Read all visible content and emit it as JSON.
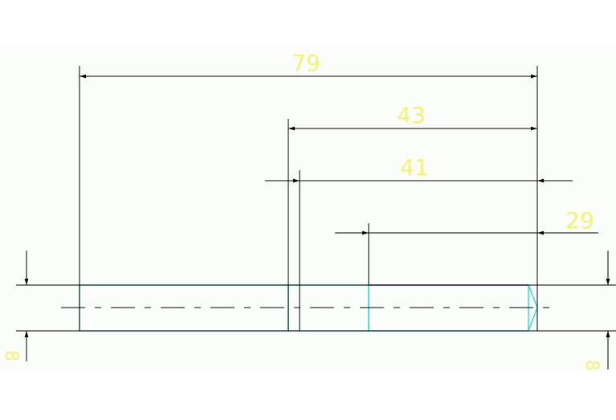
{
  "drawing": {
    "colors": {
      "background": "#ffffff",
      "sheet": "#fbfdfb",
      "dimension_line": "#000000",
      "dimension_text": "#f3f370",
      "part_outline": "#33d6d6",
      "part_edge_highlight": "#2b2bd6",
      "center_line": "#000000"
    },
    "dimensions": {
      "overall_length": "79",
      "step_length_a": "43",
      "step_length_b": "41",
      "thread_length": "29",
      "diameter_left": "8",
      "diameter_right": "8"
    },
    "icons": {
      "arrow": "arrowhead-icon",
      "centerline": "centerline-dash"
    }
  }
}
